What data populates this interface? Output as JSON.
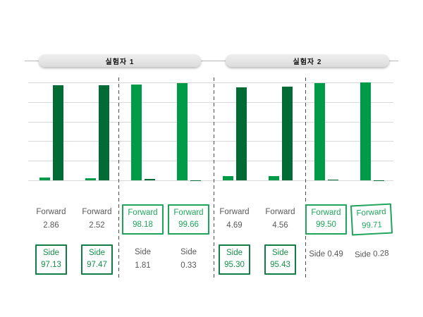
{
  "chart_data": {
    "type": "bar",
    "unit": "%",
    "ylim": [
      0,
      100
    ],
    "gridline_step": 20,
    "grid": true,
    "axis_tick_labels_visible": false,
    "series_names": {
      "forward": "Forward",
      "side": "Side"
    },
    "colors": {
      "forward_bar": "#009b48",
      "side_bar": "#006b35",
      "forward_box": "#1ea55b",
      "side_box": "#127c45",
      "plain_text": "#595959"
    },
    "groups": [
      {
        "label": "실험자 1",
        "columns": [
          {
            "forward": "2.86",
            "side": "97.13",
            "highlight": "side"
          },
          {
            "forward": "2.52",
            "side": "97.47",
            "highlight": "side"
          },
          {
            "forward": "98.18",
            "side": "1.81",
            "highlight": "forward"
          },
          {
            "forward": "99.66",
            "side": "0.33",
            "highlight": "forward"
          }
        ]
      },
      {
        "label": "실험자 2",
        "columns": [
          {
            "forward": "4.69",
            "side": "95.30",
            "highlight": "side"
          },
          {
            "forward": "4.56",
            "side": "95.43",
            "highlight": "side"
          },
          {
            "forward": "99.50",
            "side": "0.49",
            "highlight": "forward",
            "side_inline": true
          },
          {
            "forward": "99.71",
            "side": "0.28",
            "highlight": "forward",
            "side_inline": true,
            "tilt": true
          }
        ]
      }
    ],
    "separator_x": [
      168,
      303,
      433
    ]
  }
}
